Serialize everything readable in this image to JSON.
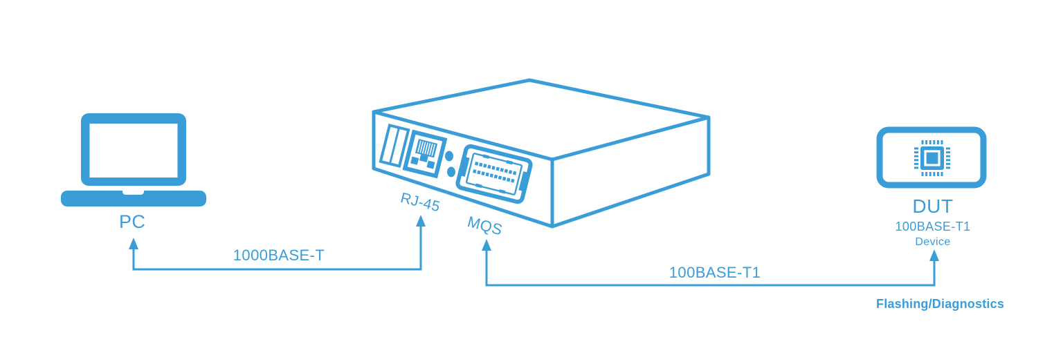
{
  "diagram": {
    "accent_color": "#3B9DD8",
    "pc": {
      "label": "PC"
    },
    "converter": {
      "rj45_port_label": "RJ-45",
      "mqs_port_label": "MQS"
    },
    "dut": {
      "title": "DUT",
      "subtitle": "100BASE-T1",
      "subtitle2": "Device"
    },
    "links": {
      "pc_to_rj45": {
        "label": "1000BASE-T"
      },
      "mqs_to_dut": {
        "label": "100BASE-T1"
      }
    },
    "note": "Flashing/Diagnostics"
  }
}
